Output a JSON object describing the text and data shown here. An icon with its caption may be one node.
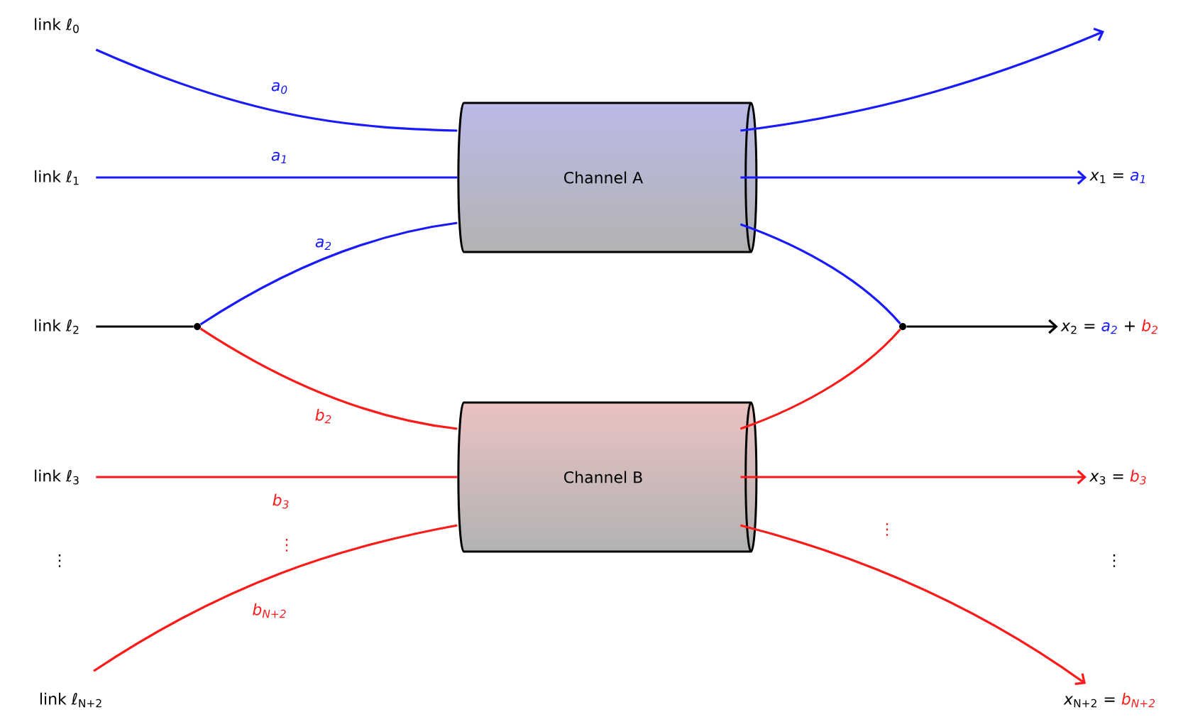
{
  "diagram": {
    "nodes": [
      {
        "text": [
          "link ℓ$_{0}$"
        ]
      },
      {
        "text": [
          "link ℓ$_{1}$"
        ]
      },
      {
        "text": [
          "link ℓ$_{2}$"
        ]
      },
      {
        "text": [
          "link ℓ$_{3}$"
        ]
      },
      {
        "text": [
          "link ℓ$_{N+2}$"
        ]
      },
      {
        "text": [],
        "shape": "circle"
      },
      {
        "text": [
          "Channel A"
        ]
      },
      {
        "text": [
          "Channel B"
        ]
      },
      {
        "text": [],
        "shape": "circle"
      },
      {
        "text": [
          "*x*$_{1}$ =",
          "a$_{1}$"
        ]
      },
      {
        "text": [
          "*x*$_{2}$ =",
          "a$_{2}$",
          "+",
          "b$_{2}$"
        ]
      },
      {
        "text": [
          "*x*$_{3}$ =",
          "b$_{3}$"
        ]
      },
      {
        "text": [
          "*x*$_{N+2}$ =",
          "b$_{N+2}$"
        ]
      }
    ],
    "edges": [
      {
        "from": 0,
        "to": 6,
        "arrow": "none",
        "label": "a$_{0}$",
        "color": "#1a1aff"
      },
      {
        "from": 1,
        "to": 6,
        "arrow": "none",
        "label": "a$_{1}$",
        "color": "#1a1aff"
      },
      {
        "from": 2,
        "to": 5,
        "arrow": "none",
        "color": "#000000"
      },
      {
        "from": 5,
        "to": 6,
        "arrow": "none",
        "label": "a$_{2}$",
        "color": "#1a1aff"
      },
      {
        "from": 5,
        "to": 7,
        "arrow": "none",
        "label": "b$_{2}$",
        "color": "#ff1a1a"
      },
      {
        "from": 3,
        "to": 7,
        "arrow": "none",
        "label": "b$_{3}$",
        "color": "#ff1a1a"
      },
      {
        "from": 4,
        "to": 7,
        "arrow": "none",
        "label": "b$_{N+2}$",
        "color": "#ff1a1a"
      },
      {
        "from": 6,
        "to": null,
        "arrow": "to",
        "color": "#1a1aff"
      },
      {
        "from": 6,
        "to": 9,
        "arrow": "to",
        "color": "#1a1aff"
      },
      {
        "from": 6,
        "to": 8,
        "arrow": "none",
        "color": "#1a1aff"
      },
      {
        "from": 7,
        "to": 8,
        "arrow": "none",
        "color": "#ff1a1a"
      },
      {
        "from": 8,
        "to": 10,
        "arrow": "to",
        "color": "#000000"
      },
      {
        "from": 7,
        "to": 11,
        "arrow": "to",
        "color": "#ff1a1a"
      },
      {
        "from": 7,
        "to": 12,
        "arrow": "to",
        "color": "#ff1a1a"
      }
    ],
    "labels": [
      "⋮",
      "⋮",
      "⋮",
      "⋮"
    ]
  }
}
